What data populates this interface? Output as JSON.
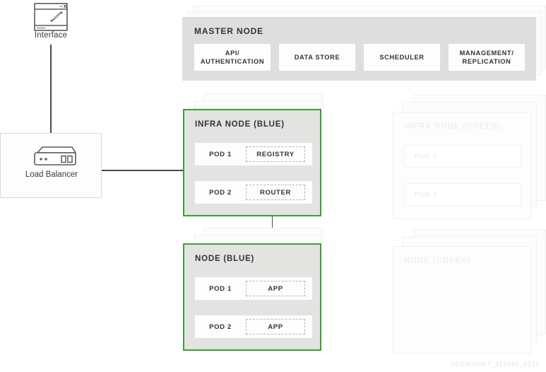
{
  "diagram": {
    "watermark": "OPENSHIFT_415490_0217",
    "colors": {
      "active_border_green": "#3f9c35",
      "panel_gray": "#e3e3e1",
      "master_gray": "#dededc",
      "ghost_gray": "#f0f0ef",
      "line": "#4a4a4a",
      "text": "#333333"
    }
  },
  "interface": {
    "label": "Interface",
    "icon": "window-screen-icon"
  },
  "load_balancer": {
    "label": "Load Balancer",
    "icon": "server-appliance-icon"
  },
  "master_node": {
    "title": "MASTER NODE",
    "cells": [
      {
        "label": "API/\nAUTHENTICATION"
      },
      {
        "label": "DATA STORE"
      },
      {
        "label": "SCHEDULER"
      },
      {
        "label": "MANAGEMENT/\nREPLICATION"
      }
    ]
  },
  "nodes": [
    {
      "id": "infra-node-blue",
      "title": "INFRA NODE (BLUE)",
      "state": "active",
      "pods": [
        {
          "pod": "POD 1",
          "workload": "REGISTRY"
        },
        {
          "pod": "POD 2",
          "workload": "ROUTER"
        }
      ]
    },
    {
      "id": "node-blue",
      "title": "NODE (BLUE)",
      "state": "active",
      "pods": [
        {
          "pod": "POD 1",
          "workload": "APP"
        },
        {
          "pod": "POD 2",
          "workload": "APP"
        }
      ]
    },
    {
      "id": "infra-node-green",
      "title": "INFRA NODE (GREEN)",
      "state": "inactive",
      "pods": [
        {
          "pod": "POD 1",
          "workload": ""
        },
        {
          "pod": "POD 2",
          "workload": ""
        }
      ]
    },
    {
      "id": "node-green",
      "title": "NODE (GREEN)",
      "state": "inactive",
      "pods": []
    }
  ]
}
